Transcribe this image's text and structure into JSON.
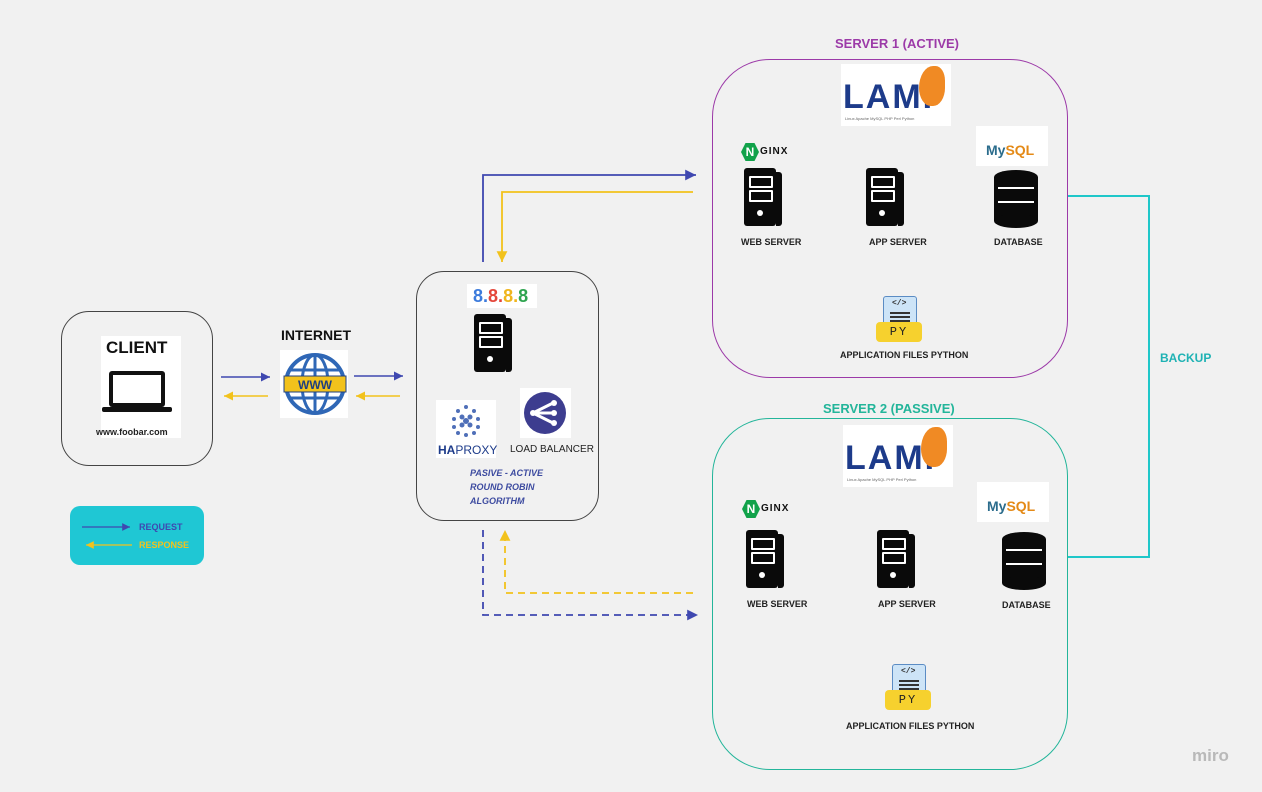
{
  "client": {
    "title": "CLIENT",
    "domain": "www.foobar.com"
  },
  "internet": {
    "title": "INTERNET",
    "www": "WWW"
  },
  "lb": {
    "ip": [
      "8",
      ".",
      "8",
      ".",
      "8",
      ".",
      "8"
    ],
    "haproxy_a": "HA",
    "haproxy_b": "PROXY",
    "lb_label": "LOAD BALANCER",
    "algo": [
      "PASIVE - ACTIVE",
      "ROUND ROBIN",
      "ALGORITHM"
    ]
  },
  "server1": {
    "title": "SERVER 1 (ACTIVE)",
    "web": "WEB SERVER",
    "app": "APP SERVER",
    "db": "DATABASE",
    "files": "APPLICATION FILES PYTHON"
  },
  "server2": {
    "title": "SERVER 2 (PASSIVE)",
    "web": "WEB SERVER",
    "app": "APP SERVER",
    "db": "DATABASE",
    "files": "APPLICATION FILES PYTHON"
  },
  "logos": {
    "lamp": "LAMP",
    "lamp_small": "Linux  Apache  MySQL  PHP Perl Python",
    "nginx_n": "N",
    "nginx": "GINX",
    "mysql_a": "My",
    "mysql_b": "SQL",
    "py": "PY",
    "code": "</>"
  },
  "backup": "BACKUP",
  "legend": {
    "request": "REQUEST",
    "response": "RESPONSE"
  },
  "watermark": "miro",
  "colors": {
    "request": "#3f48b0",
    "response": "#f2c21c",
    "backup": "#1fc7c9",
    "server1": "#9c3aa8",
    "server2": "#23b59a",
    "files": "#5cbf9d"
  }
}
